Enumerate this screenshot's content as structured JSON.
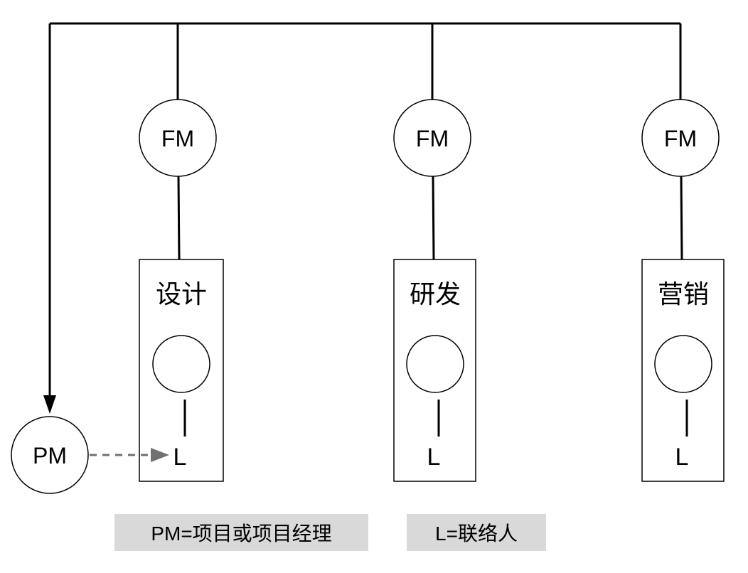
{
  "nodes": {
    "fm_label": "FM",
    "pm_label": "PM",
    "contact_label": "L"
  },
  "departments": [
    {
      "name": "设计"
    },
    {
      "name": "研发"
    },
    {
      "name": "营销"
    }
  ],
  "legend": {
    "pm": "PM=项目或项目经理",
    "l": "L=联络人"
  },
  "colors": {
    "line": "#000000",
    "dashed_arrow": "#707070",
    "legend_bg": "#d9d9d9"
  }
}
